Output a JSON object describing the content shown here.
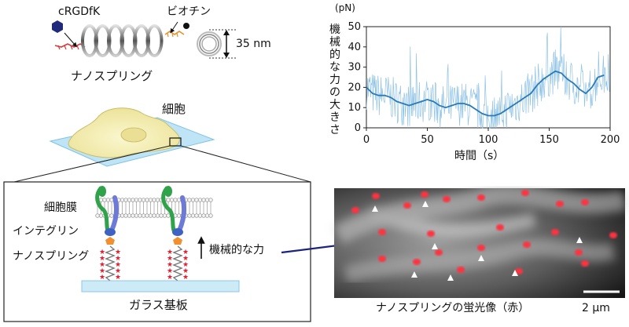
{
  "diagram": {
    "nanospring_label": "ナノスプリング",
    "crgdfk_label": "cRGDfK",
    "biotin_label": "ビオチン",
    "size_label": "35 nm",
    "cell_label": "細胞",
    "membrane_label": "細胞膜",
    "integrin_label": "インテグリン",
    "spring_label": "ナノスプリング",
    "force_label": "機械的な力",
    "substrate_label": "ガラス基板"
  },
  "micrograph": {
    "caption": "ナノスプリングの蛍光像（赤）",
    "scalebar_label": "2 µm"
  },
  "colors": {
    "trace_light": "#8fc3e6",
    "trace_dark": "#2a7ab8",
    "spot_red": "#ff3040",
    "arrow_navy": "#1a237e"
  },
  "chart_data": {
    "type": "line",
    "ylabel": "機械的な力の大きさ",
    "yunit": "(pN)",
    "xlabel": "時間（s）",
    "xlim": [
      0,
      200
    ],
    "ylim": [
      0,
      50
    ],
    "xticks": [
      "0",
      "50",
      "100",
      "150",
      "200"
    ],
    "yticks": [
      "0",
      "10",
      "20",
      "30",
      "40",
      "50"
    ],
    "series": [
      {
        "x": [
          0,
          5,
          10,
          15,
          20,
          25,
          30,
          35,
          40,
          45,
          50,
          55,
          60,
          65,
          70,
          75,
          80,
          85,
          90,
          95,
          100,
          105,
          110,
          115,
          120,
          125,
          130,
          135,
          140,
          145,
          150,
          155,
          160,
          165,
          170,
          175,
          180,
          185,
          190,
          195
        ],
        "values": [
          20,
          17,
          16,
          16,
          15,
          13,
          12,
          11,
          12,
          13,
          14,
          13,
          11,
          10,
          11,
          12,
          12,
          11,
          9,
          7,
          6,
          6,
          7,
          9,
          11,
          13,
          15,
          17,
          21,
          24,
          26,
          28,
          27,
          24,
          22,
          19,
          17,
          20,
          25,
          26
        ]
      }
    ]
  }
}
